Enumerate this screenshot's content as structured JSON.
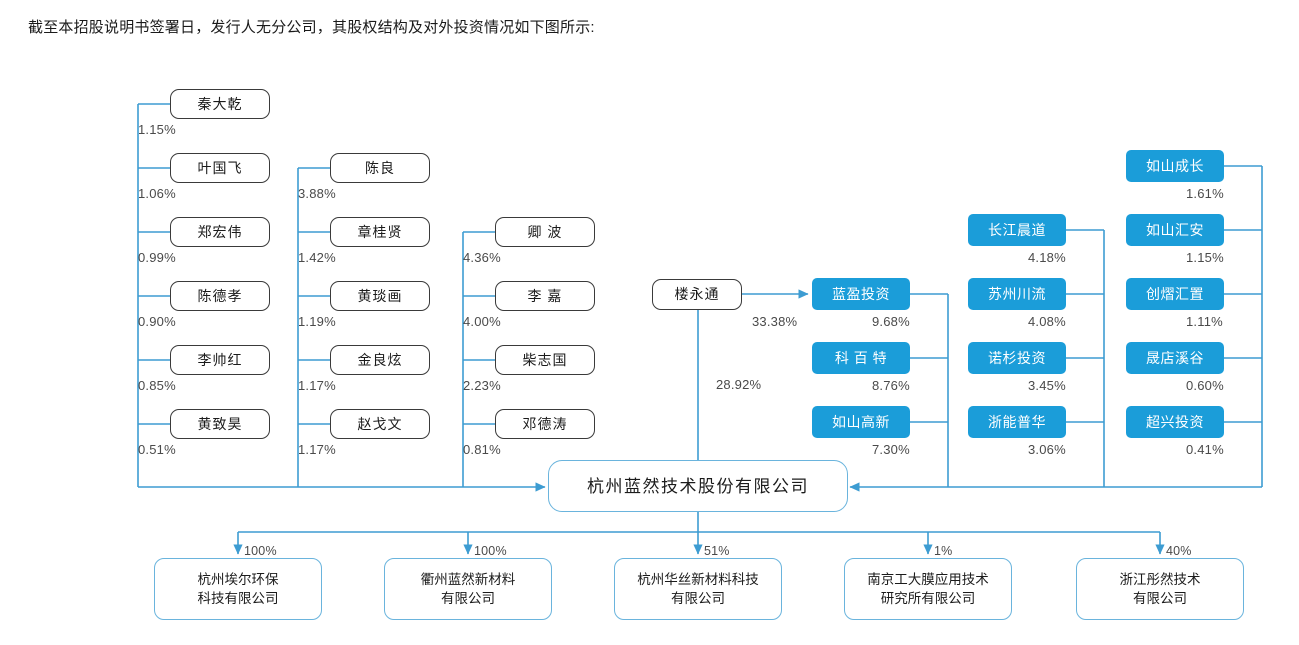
{
  "intro_text": "截至本招股说明书签署日，发行人无分公司，其股权结构及对外投资情况如下图所示:",
  "diagram": {
    "title": "股权结构及对外投资情况图",
    "core_company": "杭州蓝然技术股份有限公司",
    "accent_color": "#1b9dd9",
    "line_color": "#3d9cd2",
    "person_border_color": "#3a3a3a",
    "column1": [
      {
        "name": "秦大乾",
        "pct": "1.15%"
      },
      {
        "name": "叶国飞",
        "pct": "1.06%"
      },
      {
        "name": "郑宏伟",
        "pct": "0.99%"
      },
      {
        "name": "陈德孝",
        "pct": "0.90%"
      },
      {
        "name": "李帅红",
        "pct": "0.85%"
      },
      {
        "name": "黄致昊",
        "pct": "0.51%"
      }
    ],
    "column2": [
      {
        "name": "陈良",
        "pct": "3.88%"
      },
      {
        "name": "章桂贤",
        "pct": "1.42%"
      },
      {
        "name": "黄琰画",
        "pct": "1.19%"
      },
      {
        "name": "金良炫",
        "pct": "1.17%"
      },
      {
        "name": "赵戈文",
        "pct": "1.17%"
      }
    ],
    "column3": [
      {
        "name": "卿 波",
        "pct": "4.36%"
      },
      {
        "name": "李 嘉",
        "pct": "4.00%"
      },
      {
        "name": "柴志国",
        "pct": "2.23%"
      },
      {
        "name": "邓德涛",
        "pct": "0.81%"
      }
    ],
    "controller": {
      "name": "楼永通",
      "pct_to_lanying": "33.38%",
      "pct_direct": "28.92%"
    },
    "column4": [
      {
        "name": "蓝盈投资",
        "pct": "9.68%"
      },
      {
        "name": "科 百 特",
        "pct": "8.76%"
      },
      {
        "name": "如山高新",
        "pct": "7.30%"
      }
    ],
    "column5": [
      {
        "name": "长江晨道",
        "pct": "4.18%"
      },
      {
        "name": "苏州川流",
        "pct": "4.08%"
      },
      {
        "name": "诺杉投资",
        "pct": "3.45%"
      },
      {
        "name": "浙能普华",
        "pct": "3.06%"
      }
    ],
    "column6": [
      {
        "name": "如山成长",
        "pct": "1.61%"
      },
      {
        "name": "如山汇安",
        "pct": "1.15%"
      },
      {
        "name": "创熠汇置",
        "pct": "1.11%"
      },
      {
        "name": "晟店溪谷",
        "pct": "0.60%"
      },
      {
        "name": "超兴投资",
        "pct": "0.41%"
      }
    ],
    "subsidiaries": [
      {
        "name": "杭州埃尔环保\n科技有限公司",
        "pct": "100%"
      },
      {
        "name": "衢州蓝然新材料\n有限公司",
        "pct": "100%"
      },
      {
        "name": "杭州华丝新材料科技\n有限公司",
        "pct": "51%"
      },
      {
        "name": "南京工大膜应用技术\n研究所有限公司",
        "pct": "1%"
      },
      {
        "name": "浙江彤然技术\n有限公司",
        "pct": "40%"
      }
    ]
  }
}
